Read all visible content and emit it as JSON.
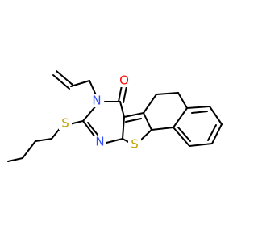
{
  "molecule": {
    "atoms": {
      "oxygen": {
        "symbol": "O",
        "color": "#ff0d0d"
      },
      "nitrogen_ring": {
        "symbol": "N",
        "color": "#3050f8"
      },
      "nitrogen_imine": {
        "symbol": "N",
        "color": "#3050f8"
      },
      "sulfur_thioether": {
        "symbol": "S",
        "color": "#c8a000"
      },
      "sulfur_thiophene": {
        "symbol": "S",
        "color": "#c8a000"
      }
    },
    "bond_color": "#000000"
  }
}
